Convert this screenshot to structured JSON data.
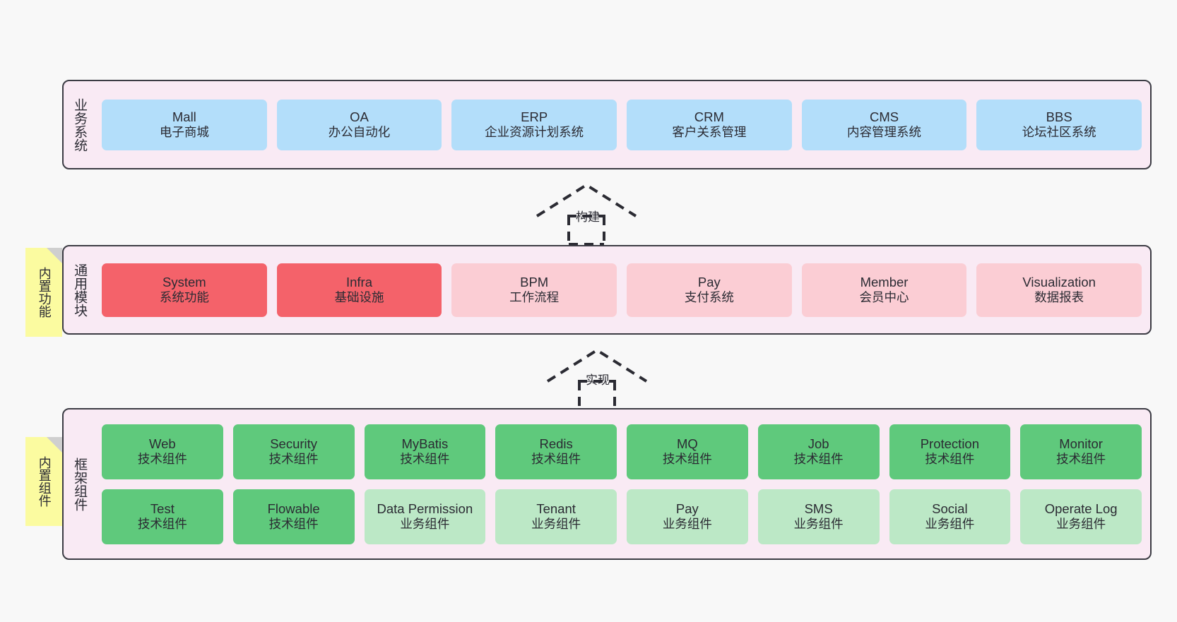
{
  "diagram": {
    "background_color": "#f8f8f8",
    "layers": [
      {
        "id": "business",
        "title": "业务系统",
        "fill": "#f9eaf4",
        "card_color": "#b3defa",
        "cards": [
          {
            "en": "Mall",
            "cn": "电子商城"
          },
          {
            "en": "OA",
            "cn": "办公自动化"
          },
          {
            "en": "ERP",
            "cn": "企业资源计划系统"
          },
          {
            "en": "CRM",
            "cn": "客户关系管理"
          },
          {
            "en": "CMS",
            "cn": "内容管理系统"
          },
          {
            "en": "BBS",
            "cn": "论坛社区系统"
          }
        ]
      },
      {
        "id": "common",
        "title": "通用模块",
        "fill": "#f9eaf4",
        "cards": [
          {
            "en": "System",
            "cn": "系统功能",
            "color": "#f4626a"
          },
          {
            "en": "Infra",
            "cn": "基础设施",
            "color": "#f4626a"
          },
          {
            "en": "BPM",
            "cn": "工作流程",
            "color": "#fbcdd4"
          },
          {
            "en": "Pay",
            "cn": "支付系统",
            "color": "#fbcdd4"
          },
          {
            "en": "Member",
            "cn": "会员中心",
            "color": "#fbcdd4"
          },
          {
            "en": "Visualization",
            "cn": "数据报表",
            "color": "#fbcdd4"
          }
        ]
      },
      {
        "id": "framework",
        "title": "框架组件",
        "fill": "#f9eaf4",
        "rows": [
          [
            {
              "en": "Web",
              "cn": "技术组件",
              "color": "#5fc97c"
            },
            {
              "en": "Security",
              "cn": "技术组件",
              "color": "#5fc97c"
            },
            {
              "en": "MyBatis",
              "cn": "技术组件",
              "color": "#5fc97c"
            },
            {
              "en": "Redis",
              "cn": "技术组件",
              "color": "#5fc97c"
            },
            {
              "en": "MQ",
              "cn": "技术组件",
              "color": "#5fc97c"
            },
            {
              "en": "Job",
              "cn": "技术组件",
              "color": "#5fc97c"
            },
            {
              "en": "Protection",
              "cn": "技术组件",
              "color": "#5fc97c"
            },
            {
              "en": "Monitor",
              "cn": "技术组件",
              "color": "#5fc97c"
            }
          ],
          [
            {
              "en": "Test",
              "cn": "技术组件",
              "color": "#5fc97c"
            },
            {
              "en": "Flowable",
              "cn": "技术组件",
              "color": "#5fc97c"
            },
            {
              "en": "Data Permission",
              "cn": "业务组件",
              "color": "#bce8c6"
            },
            {
              "en": "Tenant",
              "cn": "业务组件",
              "color": "#bce8c6"
            },
            {
              "en": "Pay",
              "cn": "业务组件",
              "color": "#bce8c6"
            },
            {
              "en": "SMS",
              "cn": "业务组件",
              "color": "#bce8c6"
            },
            {
              "en": "Social",
              "cn": "业务组件",
              "color": "#bce8c6"
            },
            {
              "en": "Operate Log",
              "cn": "业务组件",
              "color": "#bce8c6"
            }
          ]
        ]
      }
    ],
    "notes": [
      {
        "id": "features",
        "text": "内置功能",
        "color": "#fbfba0"
      },
      {
        "id": "components",
        "text": "内置组件",
        "color": "#fbfba0"
      }
    ],
    "arrows": [
      {
        "id": "build",
        "label": "构建",
        "style": "dashed-generalization",
        "direction": "up"
      },
      {
        "id": "impl",
        "label": "实现",
        "style": "dashed-generalization",
        "direction": "up"
      }
    ]
  }
}
